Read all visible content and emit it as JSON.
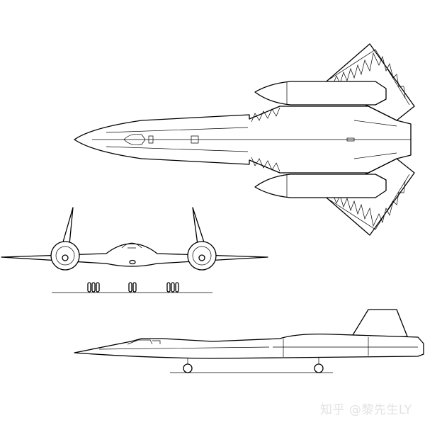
{
  "drawing": {
    "views": [
      "top-view",
      "front-view",
      "side-view"
    ],
    "line_color": "#000000",
    "background": "#ffffff"
  },
  "watermark": {
    "text": "知乎 @黎先生LY",
    "color": "#e2e2e2"
  }
}
